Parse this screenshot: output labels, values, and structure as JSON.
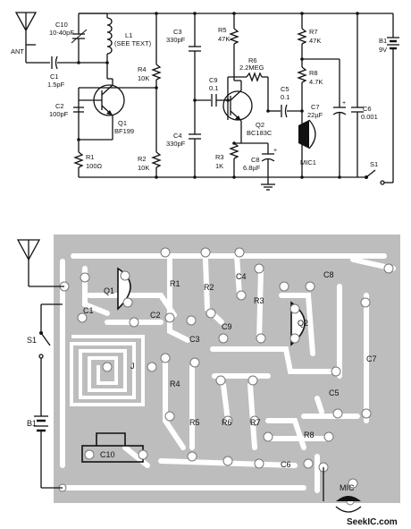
{
  "schematic": {
    "labels": {
      "ant": "ANT",
      "c10": "C10",
      "c10_val": "10-40pF",
      "c1": "C1",
      "c1_val": "1.5pF",
      "c2": "C2",
      "c2_val": "100pF",
      "q1": "Q1",
      "q1_val": "BF199",
      "r1": "R1",
      "r1_val": "100Ω",
      "l1": "L1",
      "l1_val": "(SEE TEXT)",
      "r4": "R4",
      "r4_val": "10K",
      "r2": "R2",
      "r2_val": "10K",
      "c3": "C3",
      "c3_val": "330pF",
      "c4": "C4",
      "c4_val": "330pF",
      "c9": "C9",
      "c9_val": "0.1",
      "r5": "R5",
      "r5_val": "47K",
      "r6": "R6",
      "r6_val": "2.2MEG",
      "q2": "Q2",
      "q2_val": "BC183C",
      "r3": "R3",
      "r3_val": "1K",
      "c8": "C8",
      "c8_val": "6.8µF",
      "c5": "C5",
      "c5_val": "0.1",
      "r7": "R7",
      "r7_val": "47K",
      "r8": "R8",
      "r8_val": "4.7K",
      "c7": "C7",
      "c7_val": "22µF",
      "c6": "C6",
      "c6_val": "0.001",
      "b1": "B1",
      "b1_val": "9V",
      "mic": "MIC1",
      "s1": "S1"
    }
  },
  "pcb": {
    "labels": {
      "c1": "C1",
      "q1": "Q1",
      "r1": "R1",
      "r2": "R2",
      "c4": "C4",
      "c8": "C8",
      "r3": "R3",
      "c2": "C2",
      "c3": "C3",
      "c9": "C9",
      "q2": "Q2",
      "s1": "S1",
      "j": "J",
      "r4": "R4",
      "c7": "C7",
      "c5": "C5",
      "r5": "R5",
      "r6": "R6",
      "r7": "R7",
      "b1": "B1",
      "r8": "R8",
      "c10": "C10",
      "c6": "C6",
      "mic": "MIC"
    },
    "watermark": "SeekIC.com"
  }
}
